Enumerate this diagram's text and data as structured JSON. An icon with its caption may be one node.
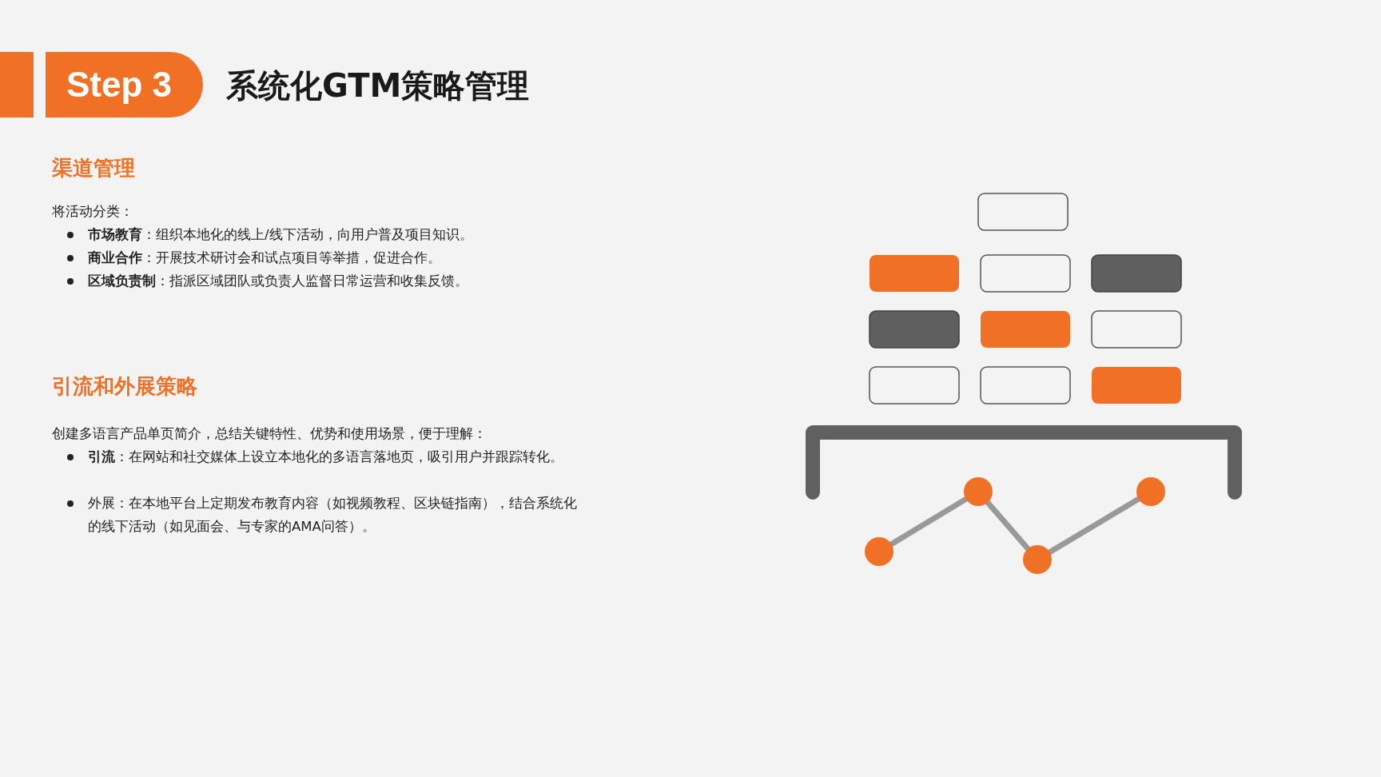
{
  "diagram": {
    "title": "系统化GTM策略管理",
    "labels": [
      "Step 3",
      "渠道管理",
      "将活动分类：",
      "**市场教育**：组织本地化的线上/线下活动，向用户普及项目知识。",
      "**商业合作**：开展技术研讨会和试点项目等举措，促进合作。",
      "**区域负责制**：指派区域团队或负责人监督日常运营和收集反馈。",
      "引流和外展策略",
      "创建多语言产品单页简介，总结关键特性、优势和使用场景，便于理解：",
      "**引流**：在网站和社交媒体上设立本地化的多语言落地页，吸引用户并跟踪转化。",
      "外展：在本地平台上定期发布教育内容（如视频教程、区块链指南），结合系统化的线下活动（如见面会、与专家的AMA问答）。"
    ]
  }
}
